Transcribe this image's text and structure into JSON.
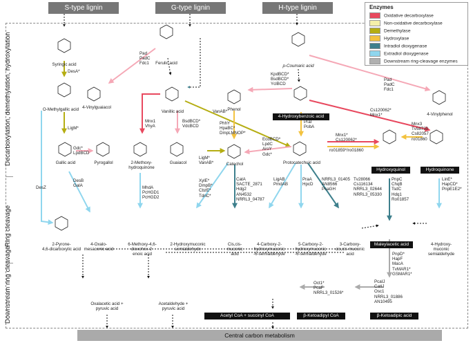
{
  "headers": [
    "S-type lignin",
    "G-type lignin",
    "H-type lignin"
  ],
  "sections": [
    "Decarboxylation, demethylation, hydroxylation",
    "Ring cleavage",
    "Downstream ring cleavage"
  ],
  "legend": {
    "title": "Enzymes",
    "items": [
      {
        "label": "Oxidative decarboxylase",
        "color": "#e8485e"
      },
      {
        "label": "Non-oxidative decarboxylase",
        "color": "#f5f0a8"
      },
      {
        "label": "Demethylase",
        "color": "#b5ad12"
      },
      {
        "label": "Hydroxylase",
        "color": "#f3c23f"
      },
      {
        "label": "Intradiol dioxygenase",
        "color": "#3d7f8c"
      },
      {
        "label": "Extradiol dioxygenase",
        "color": "#8fd6ee"
      },
      {
        "label": "Downstream ring-cleavage enzymes",
        "color": "#b0b0b0"
      }
    ]
  },
  "compounds": {
    "syringic": "Syringic acid",
    "ferulic": "Ferulic acid",
    "pcoumaric": "p-Coumaric acid",
    "omethylgallic": "O-Methylgallic acid",
    "vinylguaiacol": "4-Vinylguaiacol",
    "vanillic": "Vanillic acid",
    "phenol": "Phenol",
    "hba": "4-Hydroxybenzoic acid",
    "vinylphenol": "4-Vinylphenol",
    "gallic": "Gallic acid",
    "pyrogallol": "Pyrogallol",
    "methoxyhq": "2-Methoxy-\nhydroquinone",
    "guaiacol": "Guaiacol",
    "catechol": "Catechol",
    "protocatechuic": "Protocatechuic acid",
    "hydroxyquinol": "Hydroxyquinol",
    "hydroquinone": "Hydroquinone",
    "pyrone": "2-Pyrone-\n4,6-dicarboxylic acid",
    "oxalomesaconic": "4-Oxalo-\nmesaconic acid",
    "methoxydioxohex": "6-Methoxy-4,6-\ndioxohex-2-\nenoic acid",
    "hydroxymuconic": "2-Hydroxymuconic\nsemialdehyde",
    "ccmuconic": "Cis,cis-\nmuconic\nacid",
    "carboxyhms4": "4-Carboxy-2-\nhydroxymuconic\n-6-semialdehyde",
    "carboxyhms5": "5-Carboxy-2-\nhydroxymuconic\n-6-semialdehyde",
    "carboxymuconic3": "3-Carboxy-\ncis,cis-muconic\nacid",
    "maleylacetic": "Maleylacetic acid",
    "hydroxymuconicsemi": "4-Hydroxy-\nmuconic\nsemialdehyde",
    "oxaloacetic": "Oxalacetic acid +\npyruvic acid",
    "acetaldehyde": "Acetaldehyde +\npyruvic acid",
    "acetylcoa": "Acetyl CoA + succinyl CoA",
    "ketoadipylcoa": "β-Ketoadipyl CoA",
    "ketoadipic": "β-Ketoadipic acid"
  },
  "enzymes": {
    "padcfdc1": "Pad\nPadC\nFdc1",
    "desa": "DesA*",
    "ligm1": "LigM*",
    "kpdbcd": "KpdBCD*\nBsdBCD*\nYclBCD",
    "padcfdc2": "Pad\nPadC\nFdc1",
    "vanab1": "VanAB*",
    "gdclpd": "Gdc*\nLpdBCD",
    "mnx1vhya": "Mnx1\nVhyA",
    "bsdbcd": "BsdBCD*\nVdcBCD",
    "phhy": "PhhY\nHpaBC*\nDmpLMNOP*",
    "pral": "PraI\nPobA",
    "cs120062a": "Cs120062*\nMnx1*",
    "ecdbcd": "EcdBCD*\nLpdC\nAroY\nGdc*",
    "mnx1cs": "Mnx1*\nCs120062*",
    "ro01859": "ro01859*/ro01860",
    "mnx3": "Mnx3\nTv58730\nCs82057\nro01860",
    "ligmvanab": "LigM*\nVanAB*",
    "desz": "DesZ",
    "desbgala": "DesB\nGalA",
    "mhda": "MhdA\nPcHGD1\nPcHGD2",
    "xyle": "XylE*\nDmpB*\nCbzE*\nTdnC*",
    "cata": "CatA\nSACTE_2871\nHdg2\nAN4532\nNRRL3_04787",
    "ligab": "LigAB\nPmdAB",
    "praa": "PraA\nHpcD",
    "nrrl01405": "NRRL3_01405\nAN8566\nPcaGH",
    "tv28066": "Tv28066\nCs116134\nNRRL3_02644\nNRRL3_05330",
    "pnpc": "PnpC\nChqB\nTsdC\nHdq1\nRo01857",
    "line": "LinE*\nHapCD*\nPnpE1E2*",
    "pnpd": "PnpD*\nHapF\nMacA\nTvMAR1*\nGSMAR1*",
    "oct1": "Oct1*\nPcaF\nNRRL3_01526*",
    "pcaij": "PcaIJ\nCatIJ\nOsc1\nNRRL3_01886\nAN10495"
  },
  "bottom": "Central carbon metabolism",
  "colors": {
    "oxidative": "#e8485e",
    "nonoxidative": "#f5b5c0",
    "demethylase": "#b5ad12",
    "hydroxylase": "#f3c23f",
    "intradiol": "#3d7f8c",
    "extradiol": "#8fd6ee",
    "downstream": "#b0b0b0"
  }
}
